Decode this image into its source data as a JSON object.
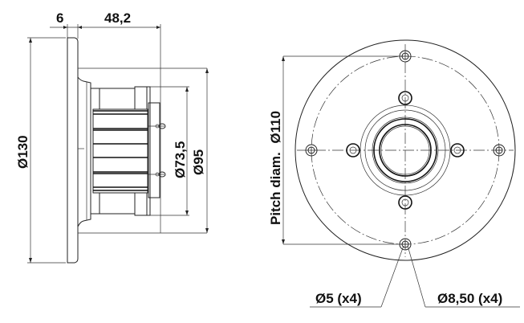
{
  "drawing": {
    "type": "technical-drawing",
    "side_view": {
      "dimensions": {
        "flange_thickness": "6",
        "body_depth": "48,2",
        "flange_diameter": "Ø130",
        "body_diameter": "Ø95",
        "magnet_diameter": "Ø73,5"
      }
    },
    "front_view": {
      "dimensions": {
        "pitch_diameter_label": "Pitch diam.",
        "pitch_diameter_value": "Ø110",
        "hole_small": "Ø5 (x4)",
        "hole_large": "Ø8,50 (x4)"
      }
    },
    "colors": {
      "line": "#222222",
      "background": "#ffffff"
    }
  }
}
